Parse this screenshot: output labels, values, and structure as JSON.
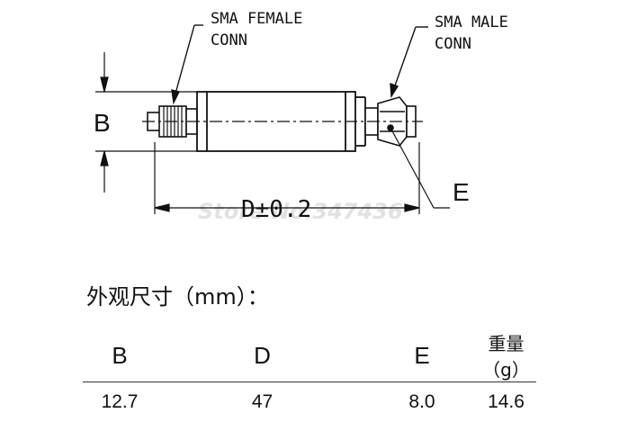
{
  "drawing": {
    "female_label_line1": "SMA FEMALE",
    "female_label_line2": "CONN",
    "male_label_line1": "SMA MALE",
    "male_label_line2": "CONN",
    "dim_b": "B",
    "dim_d": "D±0.2",
    "dim_e": "E",
    "watermark": "Store No.347436"
  },
  "spec": {
    "title": "外观尺寸（mm）：",
    "headers": [
      "B",
      "D",
      "E",
      "重量（g）"
    ],
    "values": [
      "12.7",
      "47",
      "8.0",
      "14.6"
    ]
  }
}
